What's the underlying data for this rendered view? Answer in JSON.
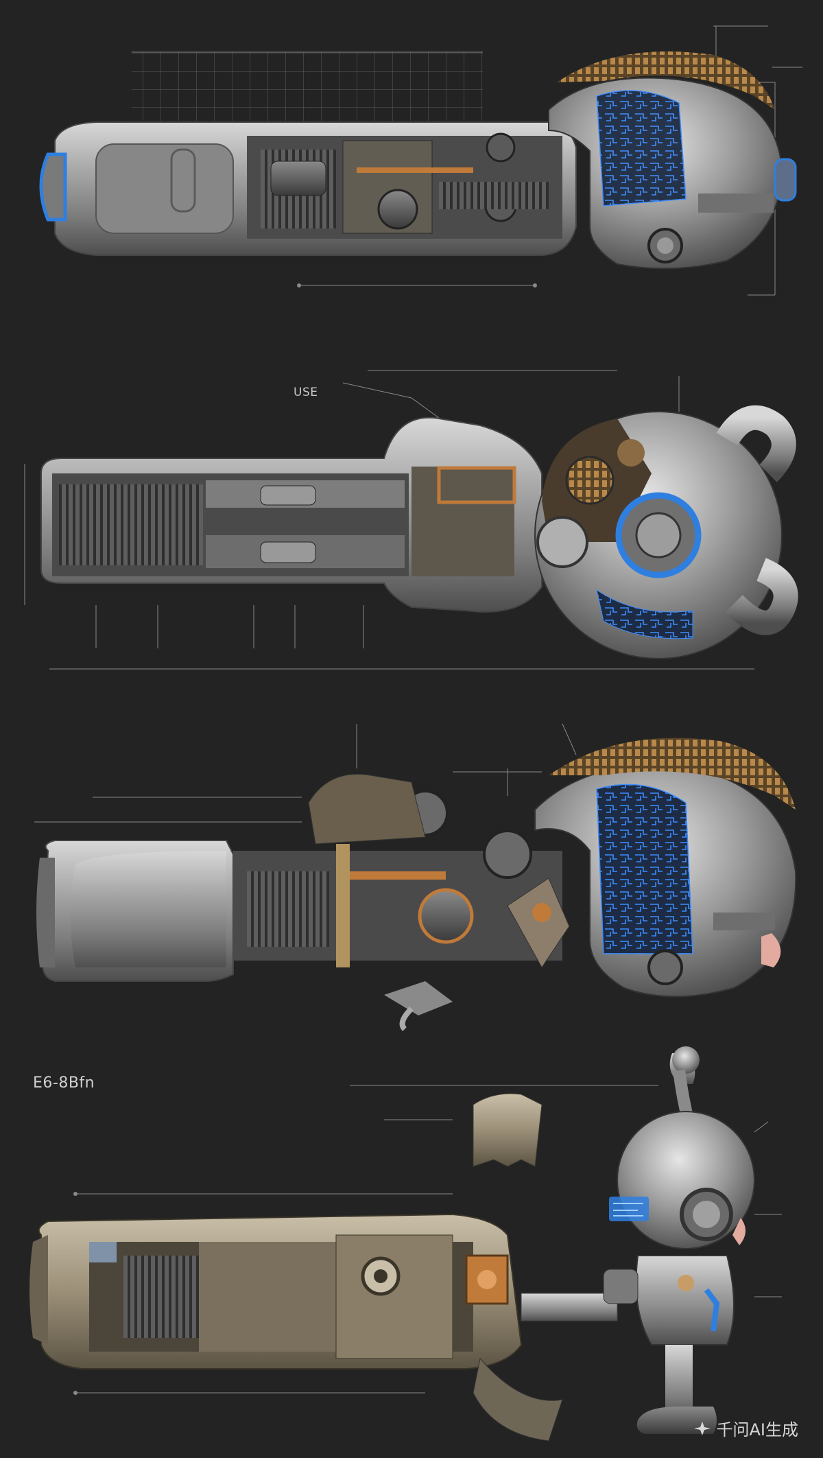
{
  "colors": {
    "background": "#232323",
    "metal": "#9a9a9a",
    "accent_blue": "#2f7fe0",
    "accent_bronze": "#b07a3a",
    "line": "#8a8a8a"
  },
  "watermark": {
    "text": "千问AI生成",
    "icon": "sparkle-icon"
  },
  "panels": [
    {
      "id": "panel-1",
      "heading": ""
    },
    {
      "id": "panel-2",
      "heading": "",
      "callout": "USE"
    },
    {
      "id": "panel-3",
      "heading": ""
    },
    {
      "id": "panel-4",
      "heading": "E6-8Bfn"
    }
  ]
}
